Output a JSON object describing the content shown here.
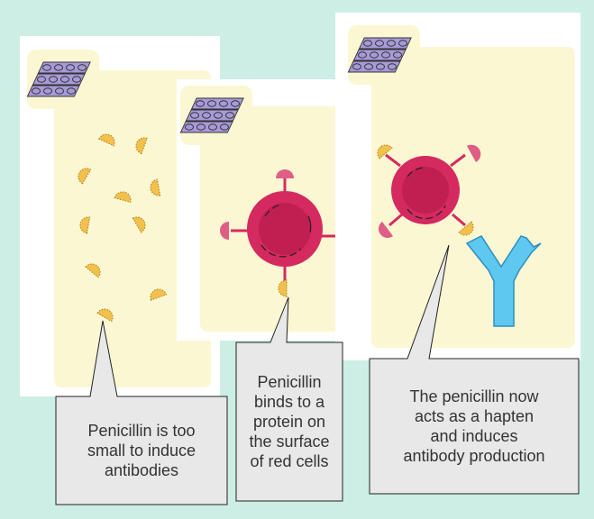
{
  "panels": [
    {
      "caption": "Penicillin is too\nsmall to induce\nantibodies"
    },
    {
      "caption": "Penicillin\nbinds to a\nprotein on\nthe surface\nof red cells"
    },
    {
      "caption": "The penicillin now\nacts as a hapten\nand induces\nantibody production"
    }
  ],
  "colors": {
    "background": "#cdeee5",
    "panel": "#fbf7d3",
    "penicillin": "#f2c04d",
    "red_cell": "#d42a60",
    "antibody": "#5ec8f0",
    "callout": "#e8e8e8"
  },
  "icons": [
    "cell-sheet-icon",
    "penicillin-molecule",
    "red-blood-cell",
    "antibody-y-icon"
  ]
}
